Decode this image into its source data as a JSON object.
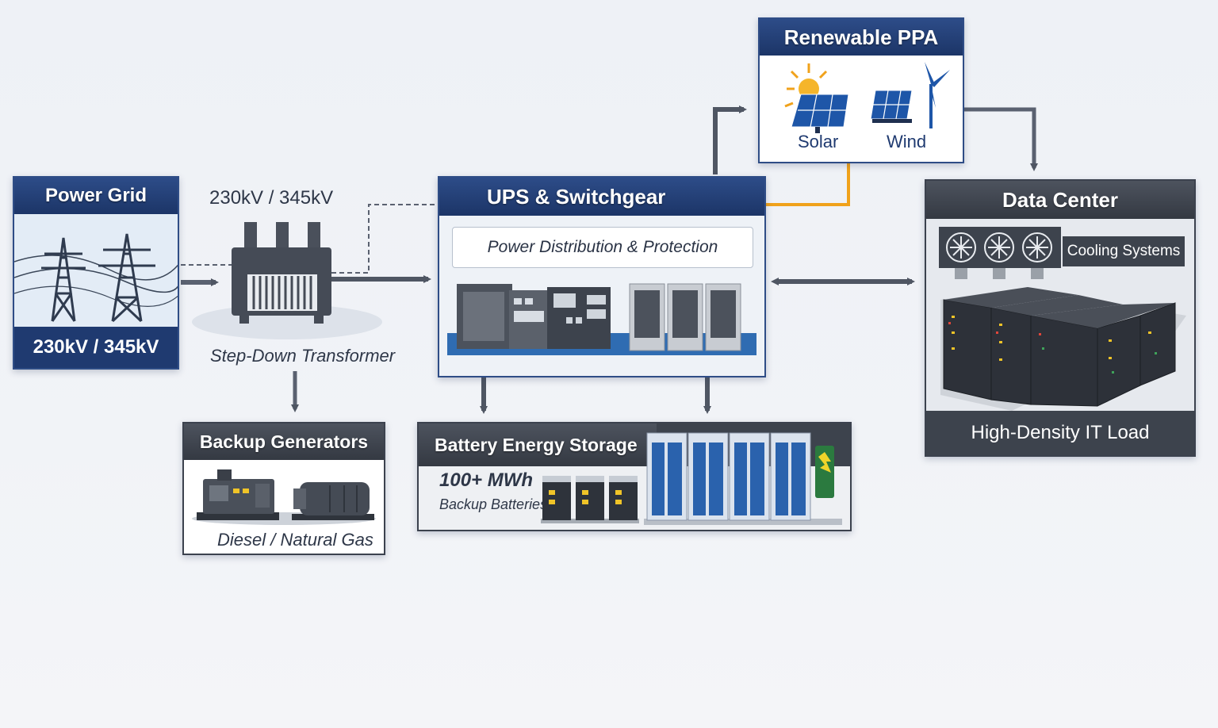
{
  "power_grid": {
    "title": "Power Grid",
    "voltage": "230kV / 345kV"
  },
  "transformer": {
    "voltage": "230kV / 345kV",
    "caption": "Step-Down Transformer"
  },
  "ups": {
    "title": "UPS & Switchgear",
    "subtitle": "Power Distribution & Protection"
  },
  "renewable": {
    "title": "Renewable PPA",
    "solar_label": "Solar",
    "wind_label": "Wind"
  },
  "data_center": {
    "title": "Data Center",
    "cooling_label": "Cooling Systems",
    "footer": "High-Density IT Load"
  },
  "generators": {
    "title": "Backup Generators",
    "fuel": "Diesel / Natural Gas"
  },
  "battery": {
    "title": "Battery Energy Storage",
    "capacity": "100+ MWh",
    "caption": "Backup Batteries"
  },
  "colors": {
    "navy": "#1f3a70",
    "charcoal": "#3a3f49",
    "arrow": "#4f5663",
    "solar_orange": "#f0a21b",
    "panel_blue": "#1e56a8"
  }
}
